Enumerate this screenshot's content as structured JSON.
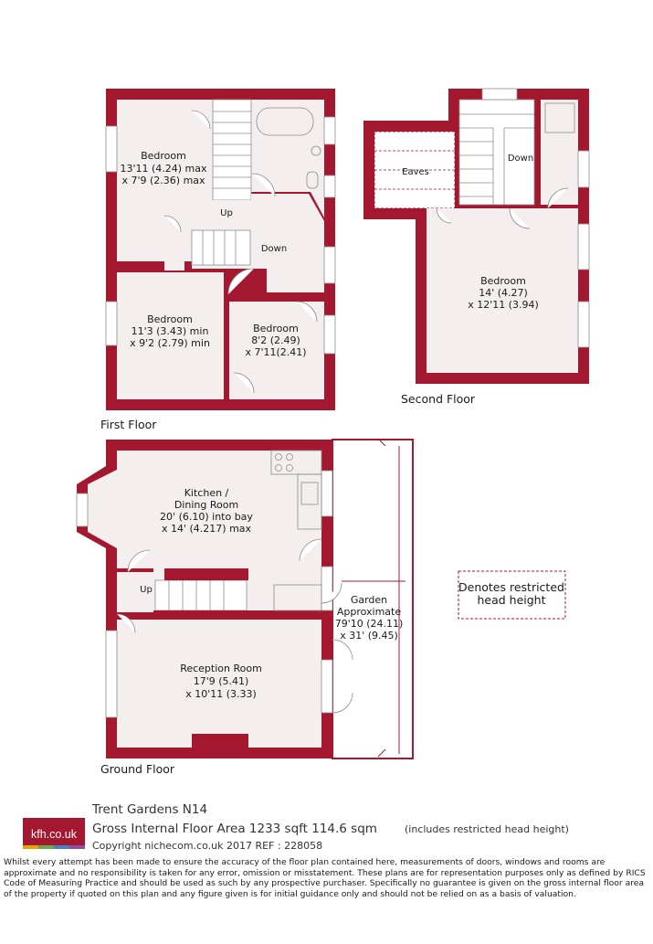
{
  "floors": {
    "first": {
      "label": "First Floor",
      "rooms": [
        {
          "name": "Bedroom",
          "dims": [
            "13'11 (4.24) max",
            "x 7'9 (2.36) max"
          ]
        },
        {
          "name": "Bedroom",
          "dims": [
            "11'3 (3.43) min",
            "x 9'2 (2.79) min"
          ]
        },
        {
          "name": "Bedroom",
          "dims": [
            "8'2 (2.49)",
            "x 7'11(2.41)"
          ]
        }
      ],
      "tags": {
        "up": "Up",
        "down": "Down"
      }
    },
    "second": {
      "label": "Second Floor",
      "rooms": [
        {
          "name": "Bedroom",
          "dims": [
            "14' (4.27)",
            "x 12'11 (3.94)"
          ]
        }
      ],
      "tags": {
        "eaves": "Eaves",
        "down": "Down"
      }
    },
    "ground": {
      "label": "Ground Floor",
      "rooms": [
        {
          "name": "Kitchen /",
          "dims": [
            "Dining Room",
            "20' (6.10) into bay",
            "x 14' (4.217) max"
          ]
        },
        {
          "name": "Reception Room",
          "dims": [
            "17'9 (5.41)",
            "x 10'11 (3.33)"
          ]
        },
        {
          "name": "Garden",
          "dims": [
            "Approximate",
            "79'10 (24.11)",
            "x 31' (9.45)"
          ]
        }
      ],
      "tags": {
        "up": "Up"
      }
    }
  },
  "legend": {
    "lines": [
      "Denotes restricted",
      "head height"
    ]
  },
  "footer": {
    "logo": "kfh.co.uk",
    "title": "Trent Gardens  N14",
    "area_main": "Gross Internal Floor Area 1233 sqft 114.6 sqm",
    "area_note": "(includes restricted head height)",
    "copyright": "Copyright nichecom.co.uk 2017 REF : 228058",
    "disclaimer": "Whilst every attempt has been made to ensure the accuracy of the floor plan contained here, measurements of doors, windows and rooms are approximate and no responsibility is taken for any error, omission or misstatement.  These plans are for representation purposes only as defined by RICS Code of Measuring Practice and should be used as such by any prospective purchaser.  Specifically no guarantee is given on the gross internal floor area of the property if quoted on this plan and any figure given is for initial guidance only and should not be relied on as a basis of valuation."
  },
  "colors": {
    "wall": "#a3182f",
    "floor": "#f4eeee",
    "logo_bg": "#a3182f"
  }
}
